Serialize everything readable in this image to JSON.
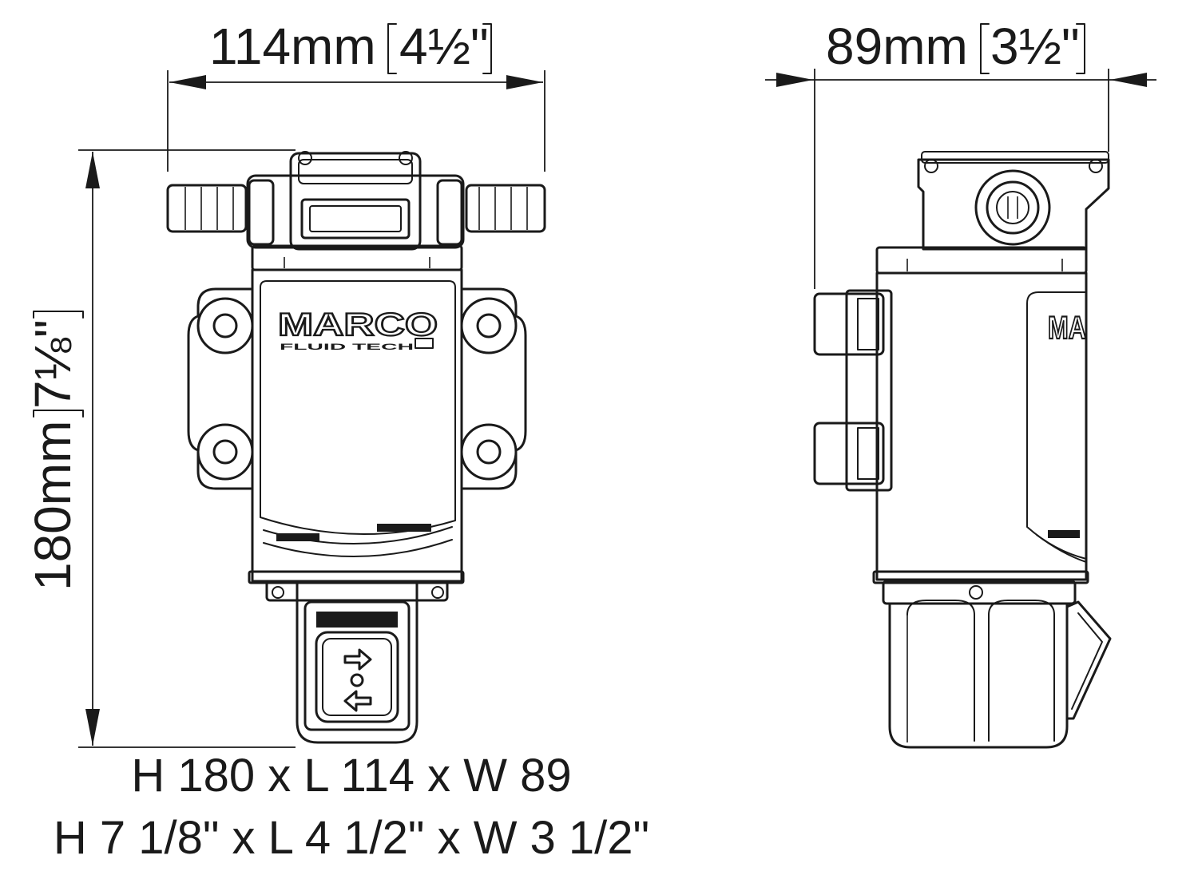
{
  "front_view": {
    "width_label": "114mm",
    "width_label_imperial": "4½\"",
    "height_label": "180mm",
    "height_label_imperial": "7⅛\"",
    "brand_logo": "MARCO",
    "brand_sub": "FLUID TECH"
  },
  "side_view": {
    "width_label": "89mm",
    "width_label_imperial": "3½\""
  },
  "caption": {
    "metric": "H 180 x L 114 x W 89",
    "imperial": "H 7 1/8\" x L 4 1/2\" x W 3 1/2\""
  }
}
